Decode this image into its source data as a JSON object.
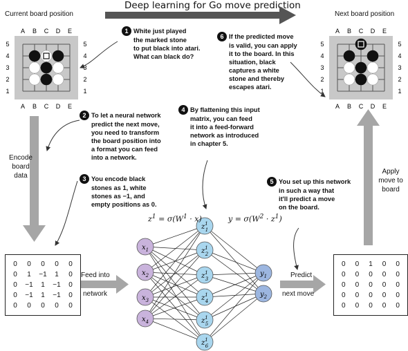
{
  "title": "Deep learning for Go move prediction",
  "current_board_label": "Current board position",
  "next_board_label": "Next board position",
  "board_cols": [
    "A",
    "B",
    "C",
    "D",
    "E"
  ],
  "board_rows": [
    "5",
    "4",
    "3",
    "2",
    "1"
  ],
  "callouts": {
    "c1": {
      "num": "1",
      "lines": [
        "White just played",
        "the marked stone",
        "to put black into atari.",
        "What can black do?"
      ]
    },
    "c2": {
      "num": "2",
      "lines": [
        "To let a neural network",
        "predict the next move,",
        "you need to transform",
        "the board position into",
        "a format you can feed",
        "into a network."
      ]
    },
    "c3": {
      "num": "3",
      "lines": [
        "You encode black",
        "stones as 1, white",
        "stones as −1, and",
        "empty positions as 0."
      ]
    },
    "c4": {
      "num": "4",
      "lines": [
        "By flattening this input",
        "matrix, you can feed",
        "it into a feed-forward",
        "network as introduced",
        "in chapter 5."
      ]
    },
    "c5": {
      "num": "5",
      "lines": [
        "You set up this network",
        "in such a way that",
        "it'll predict a move",
        "on the board."
      ]
    },
    "c6": {
      "num": "6",
      "lines": [
        "If the predicted move",
        "is valid, you can apply",
        "it to the board. In this",
        "situation, black",
        "captures a white",
        "stone and thereby",
        "escapes atari."
      ]
    }
  },
  "side_labels": {
    "encode": [
      "Encode",
      "board",
      "data"
    ],
    "apply": [
      "Apply",
      "move to",
      "board"
    ],
    "feed": [
      "Feed into",
      "network"
    ],
    "predict": [
      "Predict",
      "next move"
    ]
  },
  "equations": {
    "left": "z¹ = σ(W¹ · x)",
    "right": "y = σ(W² · z¹)"
  },
  "input_matrix": [
    [
      "0",
      "0",
      "0",
      "0",
      "0"
    ],
    [
      "0",
      "1",
      "−1",
      "1",
      "0"
    ],
    [
      "0",
      "−1",
      "1",
      "−1",
      "0"
    ],
    [
      "0",
      "−1",
      "1",
      "−1",
      "0"
    ],
    [
      "0",
      "0",
      "0",
      "0",
      "0"
    ]
  ],
  "output_matrix": [
    [
      "0",
      "0",
      "1",
      "0",
      "0"
    ],
    [
      "0",
      "0",
      "0",
      "0",
      "0"
    ],
    [
      "0",
      "0",
      "0",
      "0",
      "0"
    ],
    [
      "0",
      "0",
      "0",
      "0",
      "0"
    ],
    [
      "0",
      "0",
      "0",
      "0",
      "0"
    ]
  ],
  "nodes": {
    "inputs": [
      "x1",
      "x2",
      "x3",
      "x4"
    ],
    "hidden": [
      "z1 1",
      "z1 2",
      "z1 3",
      "z1 4",
      "z1 5",
      "z1 6"
    ],
    "outputs": [
      "y1",
      "y2"
    ]
  },
  "colors": {
    "input_node": "#c9b3dc",
    "hidden_node": "#a9d6ee",
    "output_node": "#9cb6e0",
    "arrow_gray": "#a6a6a6",
    "board_gray": "#c8c8c8"
  }
}
